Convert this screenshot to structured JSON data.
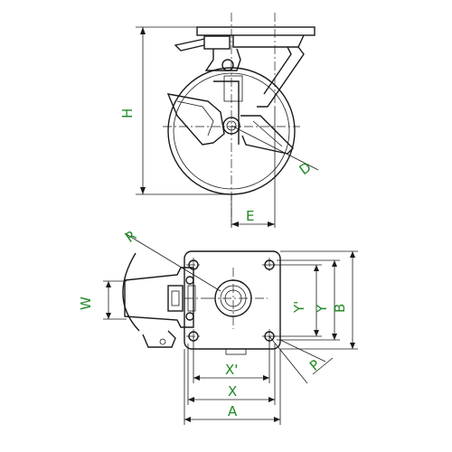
{
  "labels": {
    "H": "H",
    "D": "D",
    "E": "E",
    "R": "R",
    "W": "W",
    "Y_prime": "Y'",
    "Y": "Y",
    "B": "B",
    "P": "P",
    "X_prime": "X'",
    "X": "X",
    "A": "A"
  },
  "colors": {
    "label": "#1f8a24",
    "line": "#1a1a1a"
  }
}
